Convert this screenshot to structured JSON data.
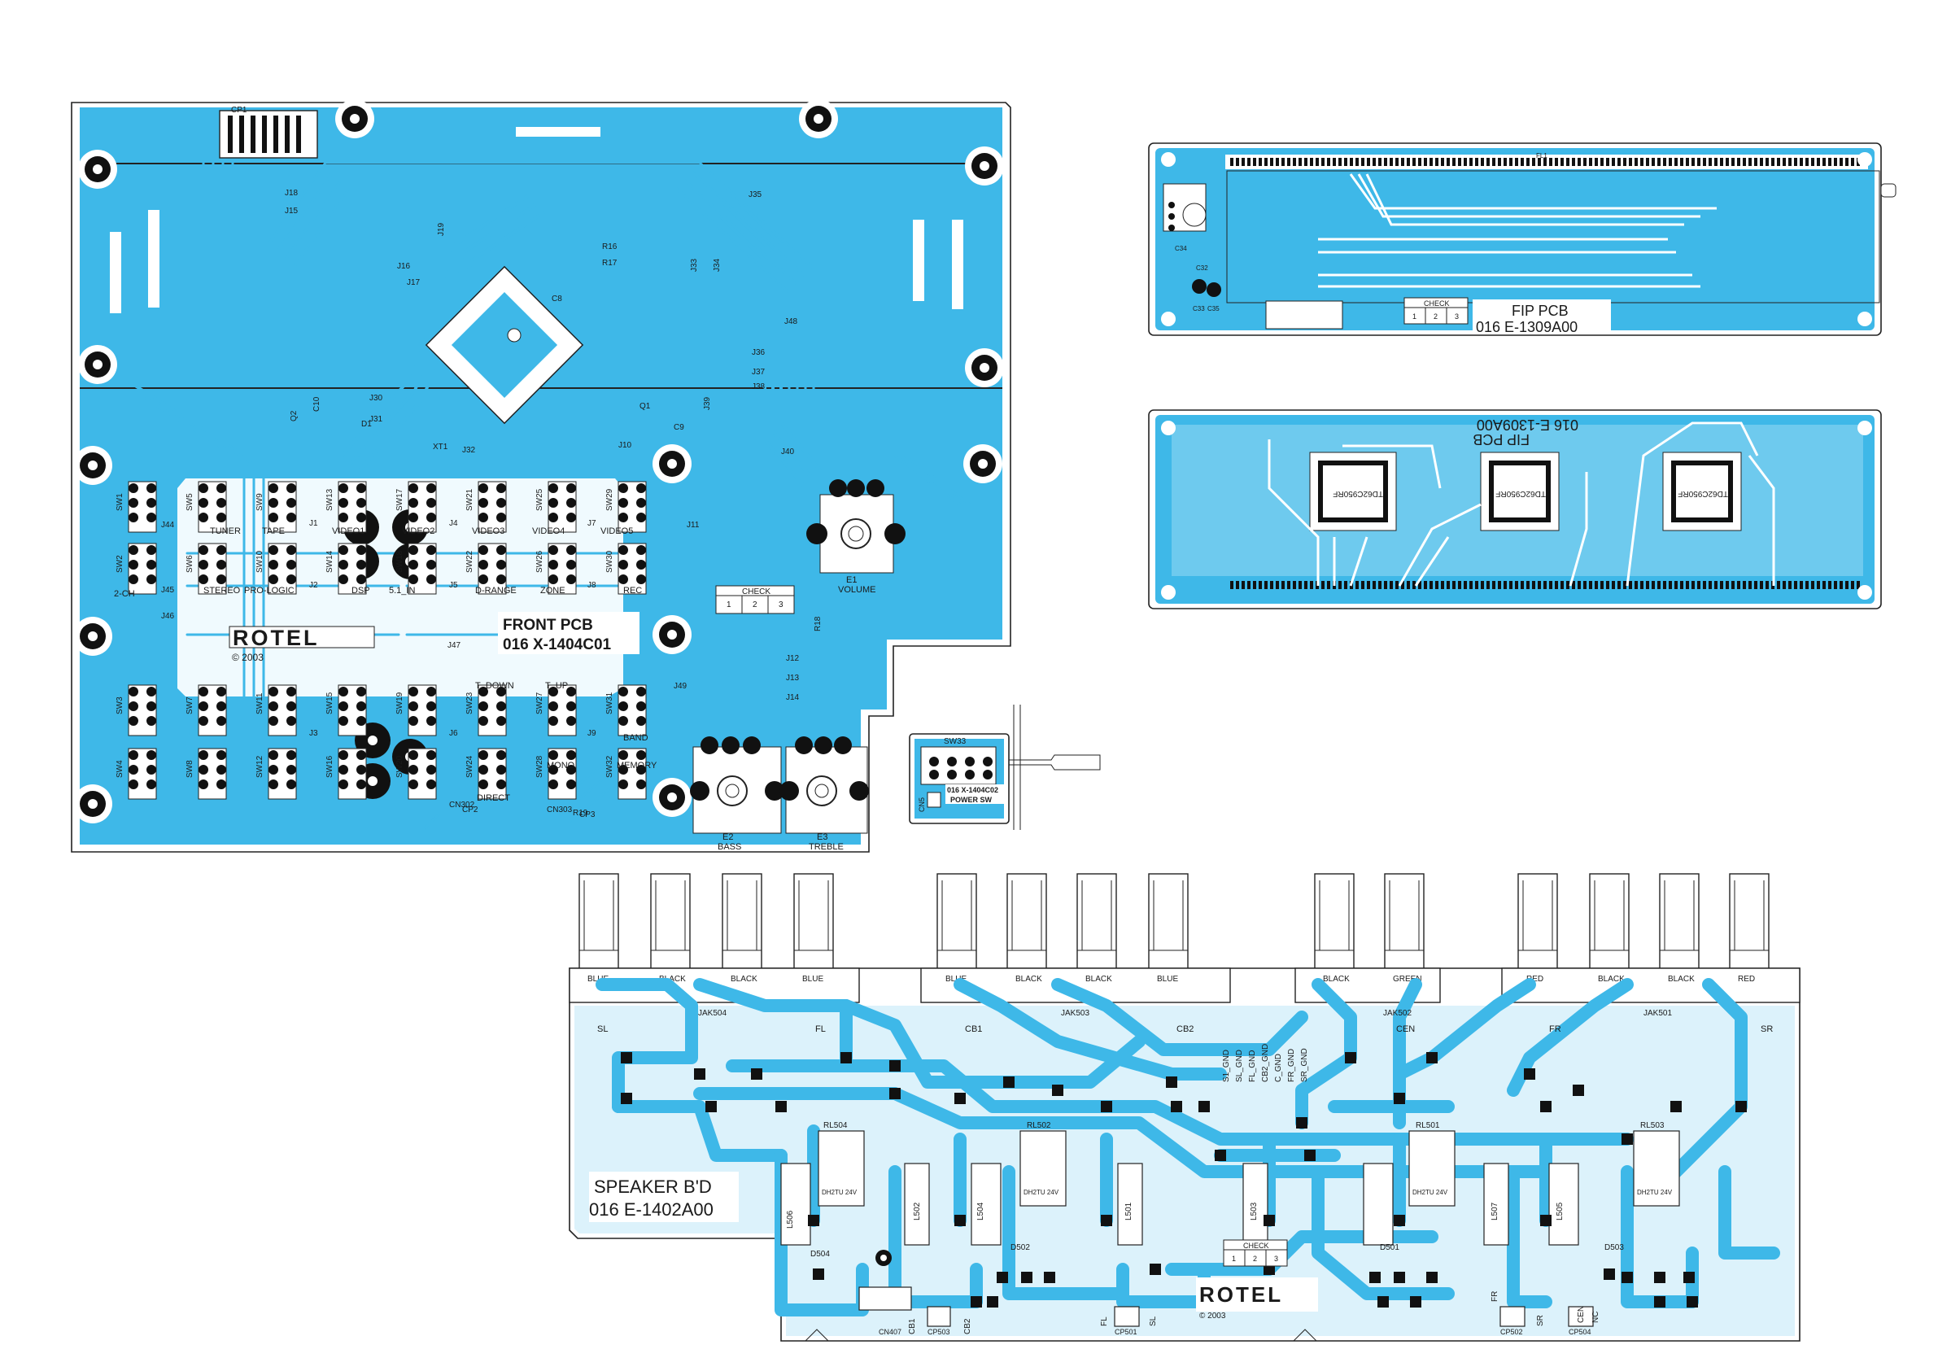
{
  "colors": {
    "copper": "#3eb8e8",
    "pad": "#111111",
    "silk": "#1a1a1a",
    "background": "#ffffff"
  },
  "front_pcb": {
    "title": "FRONT PCB",
    "part_no": "016 X-1404C01",
    "brand": "ROTEL",
    "copyright": "© 2003",
    "check_label": "CHECK",
    "check_cols": [
      "1",
      "2",
      "3"
    ],
    "volume_label": "VOLUME",
    "volume_ref": "E1",
    "bass_label": "BASS",
    "bass_ref": "E2",
    "treble_label": "TREBLE",
    "treble_ref": "E3",
    "switch_captions": [
      "TUNER",
      "TAPE",
      "VIDEO1",
      "VIDEO2",
      "VIDEO3",
      "VIDEO4",
      "VIDEO5",
      "2-CH",
      "STEREO",
      "PRO-LOGIC",
      "DSP",
      "5.1_IN",
      "D-RANGE",
      "ZONE",
      "REC",
      "T_DOWN",
      "T_UP",
      "MONO",
      "BAND",
      "DIRECT",
      "MEMORY"
    ],
    "switch_refs": [
      "SW1",
      "SW2",
      "SW3",
      "SW4",
      "SW5",
      "SW6",
      "SW7",
      "SW8",
      "SW9",
      "SW10",
      "SW11",
      "SW12",
      "SW13",
      "SW14",
      "SW15",
      "SW16",
      "SW17",
      "SW18",
      "SW19",
      "SW20",
      "SW21",
      "SW22",
      "SW23",
      "SW24",
      "SW25",
      "SW26",
      "SW27",
      "SW28",
      "SW29",
      "SW30",
      "SW31",
      "SW32"
    ],
    "jumper_refs": [
      "J35",
      "J19",
      "J15",
      "J18",
      "J16",
      "J17",
      "J33",
      "J34",
      "J48",
      "J36",
      "J37",
      "J38",
      "J30",
      "J31",
      "J32",
      "J39",
      "J40",
      "J10",
      "J11",
      "J44",
      "J45",
      "J46",
      "J47",
      "J49",
      "J12",
      "J13",
      "J14",
      "J1",
      "J2",
      "J3",
      "J4",
      "J5",
      "J6",
      "J7",
      "J8",
      "J9"
    ],
    "misc_refs": [
      "CP1",
      "CP2",
      "CP3",
      "CN302",
      "CN303",
      "XT1",
      "Q1",
      "Q2",
      "C8",
      "C9",
      "C10",
      "D1",
      "R16",
      "R17",
      "R18",
      "R19"
    ]
  },
  "power_sw_pcb": {
    "ref": "SW33",
    "part_no": "016 X-1404C02",
    "caption": "POWER SW",
    "connector": "CN5"
  },
  "fip_pcb_top": {
    "title": "FIP PCB",
    "part_no": "016 E-1309A00",
    "check_label": "CHECK",
    "check_cols": [
      "1",
      "2",
      "3"
    ],
    "refs": [
      "C34",
      "C32",
      "C33",
      "C35",
      "FL1"
    ]
  },
  "fip_pcb_bottom": {
    "title_mirrored": "FIP PCB",
    "part_no_mirrored": "016 E-1309A00",
    "ic_labels": [
      "TD62C950RF",
      "TD62C950RF",
      "TD62C950RF"
    ]
  },
  "speaker_pcb": {
    "title": "SPEAKER B'D",
    "part_no": "016 E-1402A00",
    "brand": "ROTEL",
    "copyright": "© 2003",
    "check_label": "CHECK",
    "check_cols": [
      "1",
      "2",
      "3"
    ],
    "terminal_colors": [
      "BLUE",
      "BLACK",
      "BLACK",
      "BLUE",
      "BLUE",
      "BLACK",
      "BLACK",
      "BLUE",
      "BLACK",
      "GREEN",
      "RED",
      "BLACK",
      "BLACK",
      "RED"
    ],
    "jacks": [
      "JAK504",
      "JAK503",
      "JAK502",
      "JAK501"
    ],
    "channels": [
      "SL",
      "FL",
      "CB1",
      "CB2",
      "CEN",
      "FR",
      "SR"
    ],
    "gnd_labels": [
      "S1_GND",
      "SL_GND",
      "FL_GND",
      "CB2_GND",
      "C_GND",
      "FR_GND",
      "SR_GND"
    ],
    "relays": [
      "RL504",
      "RL502",
      "RL501",
      "RL503"
    ],
    "relay_spec": "DH2TU 24V",
    "coils": [
      "L506",
      "L502",
      "L504",
      "L501",
      "L503",
      "L507",
      "L505"
    ],
    "diodes": [
      "D502",
      "D501",
      "D503",
      "D504"
    ],
    "connectors": [
      "CN407",
      "CP501",
      "CP502",
      "CP503",
      "CP504"
    ],
    "bottom_labels": [
      "FL",
      "SL",
      "FR",
      "SR",
      "CEN",
      "NC",
      "CB1",
      "CB2"
    ]
  }
}
